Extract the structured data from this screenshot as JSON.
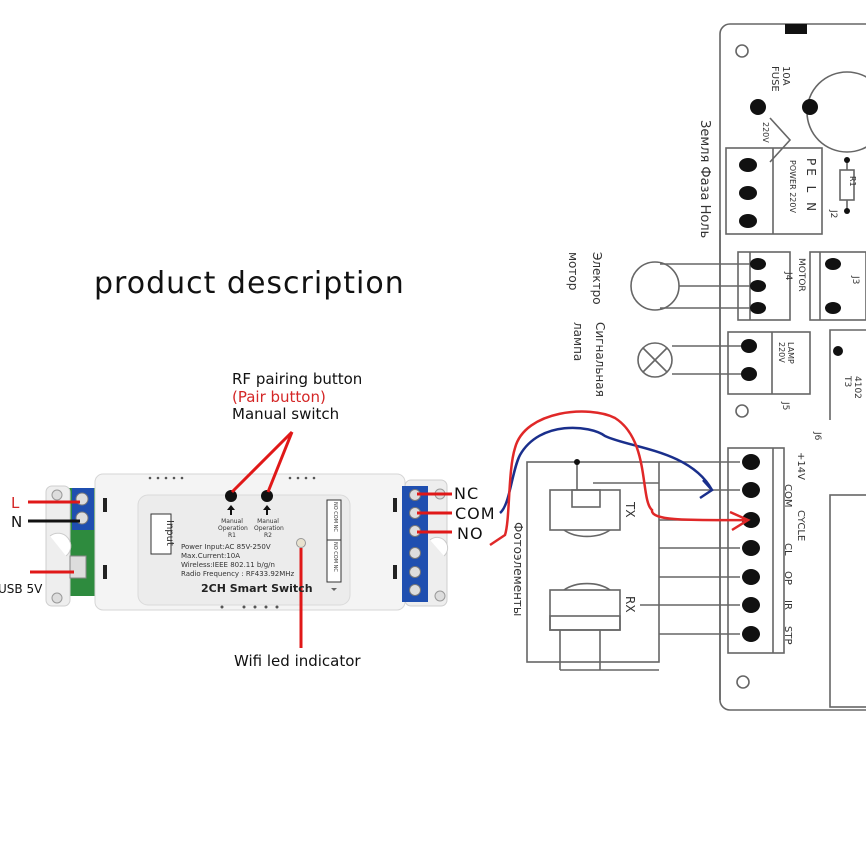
{
  "title": "product description",
  "callouts": {
    "rf_pairing": "RF pairing button",
    "pair_button": "(Pair button)",
    "manual_switch": "Manual switch",
    "wifi_led": "Wifi led indicator"
  },
  "input_labels": {
    "live": "L",
    "neutral": "N",
    "usb": "USB 5V"
  },
  "output_labels": {
    "nc": "NC",
    "com": "COM",
    "no": "NO"
  },
  "device": {
    "name": "2CH Smart Switch",
    "input_label": "Input",
    "button1_label": "Manual Operation R1",
    "button2_label": "Manual Operation R2",
    "specs": [
      "Power Input:AC 85V-250V",
      "Max.Current:10A",
      "Wireless:IEEE  802.11 b/g/n",
      "Radio Frequency : RF433.92MHz"
    ],
    "relay_terminals_1": "NO COM NC",
    "relay_terminals_2": "NO COM NC"
  },
  "schematic": {
    "fuse": "10A FUSE",
    "warning": "220V",
    "power_terminal": "PE L N",
    "power_label": "POWER 220V",
    "power_ref": "J2",
    "resistor": "R1",
    "ground_phase_neutral": "Земля Фаза Ноль",
    "motor_label": "Электро мотор",
    "motor_terminal": "MOTOR",
    "motor_ref": "J4",
    "j3_ref": "J3",
    "lamp_label": "Сигнальная лампа",
    "lamp_terminal": "LAMP 220V",
    "lamp_ref": "J5",
    "t3_label": "4102 T3",
    "j6_ref": "J6",
    "control_pins": [
      "+14V",
      "COM",
      "CYCLE",
      "CL",
      "OP",
      "IR",
      "STP"
    ],
    "photo_label": "Фотоэлементы",
    "tx_label": "TX",
    "rx_label": "RX"
  },
  "wires": {
    "blue_color": "#1a2f8c",
    "red_color": "#e02828",
    "blue_connects": "COM → COM",
    "red_connects": "NO → CYCLE"
  }
}
